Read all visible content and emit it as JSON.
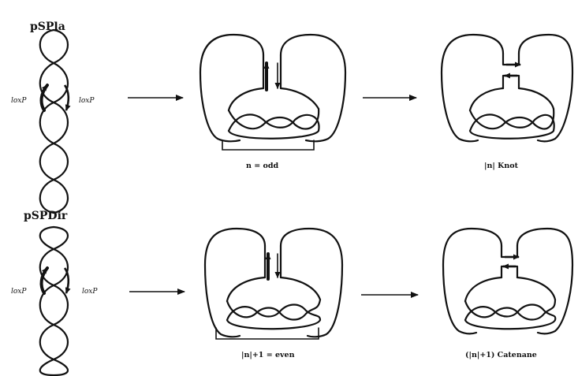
{
  "row1": {
    "plasmid": "pSPla",
    "site_left": "loxP",
    "site_right": "loxP",
    "caption_mid": "n = odd",
    "caption_right": "|n| Knot"
  },
  "row2": {
    "plasmid": "pSPDir",
    "site_left": "loxP",
    "site_right": "loxP",
    "caption_mid": "|n|+1 = even",
    "caption_right": "(|n|+1) Catenane"
  }
}
